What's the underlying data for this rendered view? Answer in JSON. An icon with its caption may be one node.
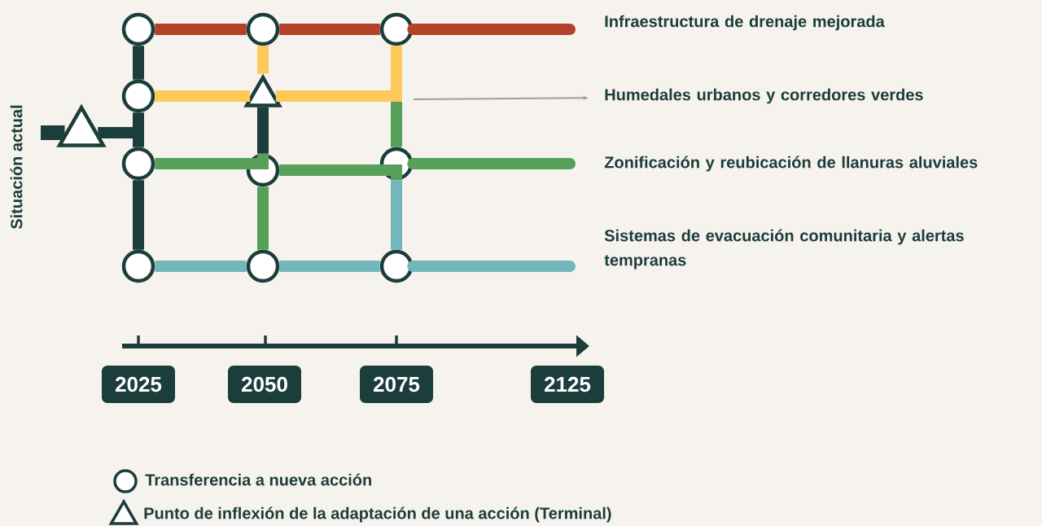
{
  "diagram": {
    "nodes": [
      {
        "text": [],
        "shape": "circle"
      },
      {
        "text": [],
        "shape": "circle"
      },
      {
        "text": [],
        "shape": "circle"
      },
      {
        "text": [],
        "shape": "circle"
      },
      {
        "text": [],
        "shape": "triangle"
      },
      {
        "text": [],
        "shape": "circle"
      },
      {
        "text": [],
        "shape": "circle"
      },
      {
        "text": [],
        "shape": "circle"
      },
      {
        "text": [],
        "shape": "circle"
      },
      {
        "text": [],
        "shape": "circle"
      },
      {
        "text": [],
        "shape": "circle"
      },
      {
        "text": [],
        "shape": "triangle"
      },
      {
        "text": [
          "Infraestructura de drenaje mejorada"
        ]
      },
      {
        "text": [
          "Humedales urbanos y corredores verdes"
        ]
      },
      {
        "text": [
          "Zonificación y reubicación de llanuras aluviales"
        ]
      },
      {
        "text": [
          "Sistemas de evacuación comunitaria y alertas tempranas"
        ]
      },
      {
        "text": [
          "2025"
        ]
      },
      {
        "text": [
          "2050"
        ]
      },
      {
        "text": [
          "2075"
        ]
      },
      {
        "text": [
          "2125"
        ]
      }
    ],
    "edges": [
      {
        "from": null,
        "to": 11,
        "arrow": "none"
      },
      {
        "from": 11,
        "to": 3,
        "arrow": "none"
      },
      {
        "from": 11,
        "to": 5,
        "arrow": "none"
      },
      {
        "from": 0,
        "to": 3,
        "arrow": "none"
      },
      {
        "from": 5,
        "to": 8,
        "arrow": "none"
      },
      {
        "from": 0,
        "to": 1,
        "arrow": "none",
        "color": "#b5412a"
      },
      {
        "from": 1,
        "to": 2,
        "arrow": "none",
        "color": "#b5412a"
      },
      {
        "from": 2,
        "to": null,
        "arrow": "none",
        "color": "#b5412a"
      },
      {
        "from": 1,
        "to": 4,
        "arrow": "none",
        "color": "#fdc958"
      },
      {
        "from": 4,
        "to": 7,
        "arrow": "none",
        "color": "#57a05a"
      },
      {
        "from": 3,
        "to": 4,
        "arrow": "none",
        "color": "#fdc958"
      },
      {
        "from": 4,
        "to": 2,
        "arrow": "none",
        "color": "#fdc958"
      },
      {
        "from": 4,
        "to": 6,
        "arrow": "none"
      },
      {
        "from": 5,
        "to": 6,
        "arrow": "none",
        "color": "#57a05a"
      },
      {
        "from": 6,
        "to": 7,
        "arrow": "none",
        "color": "#57a05a"
      },
      {
        "from": 7,
        "to": null,
        "arrow": "none",
        "color": "#57a05a"
      },
      {
        "from": 6,
        "to": 9,
        "arrow": "none",
        "color": "#57a05a"
      },
      {
        "from": 8,
        "to": 9,
        "arrow": "none",
        "color": "#72b8bb"
      },
      {
        "from": 9,
        "to": 10,
        "arrow": "none",
        "color": "#72b8bb"
      },
      {
        "from": 10,
        "to": null,
        "arrow": "none",
        "color": "#72b8bb"
      },
      {
        "from": 7,
        "to": 10,
        "arrow": "none",
        "color": "#72b8bb"
      },
      {
        "from": null,
        "to": 13,
        "arrow": "to",
        "color": "#9e9e9e"
      }
    ],
    "labels": [
      "Situación actual"
    ],
    "legend": [
      {
        "text": "Transferencia a nueva acción"
      },
      {
        "text": "Punto de inflexión de la adaptación de una acción (Terminal)"
      }
    ]
  }
}
